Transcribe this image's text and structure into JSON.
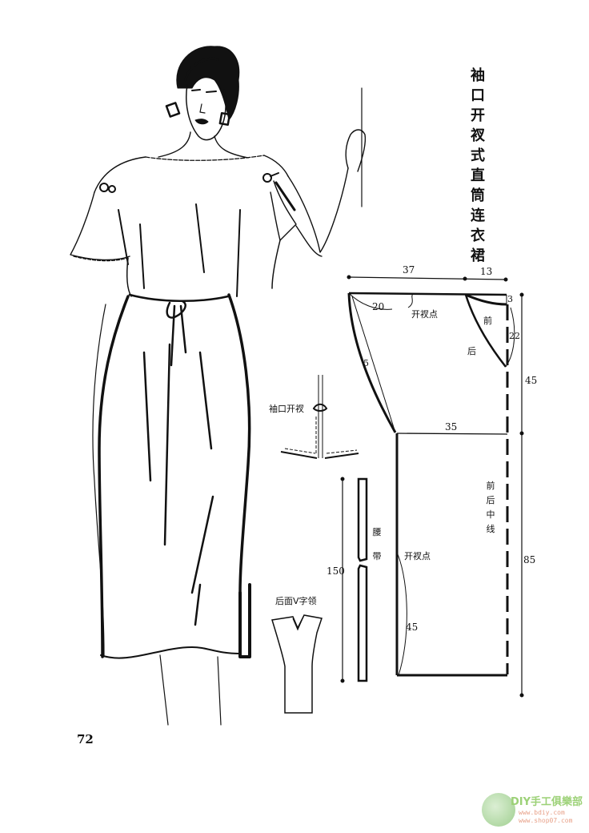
{
  "title": {
    "text": "袖口开衩式直筒连衣裙",
    "chars": [
      "袖",
      "口",
      "开",
      "衩",
      "式",
      "直",
      "筒",
      "连",
      "衣",
      "裙"
    ]
  },
  "pattern": {
    "dimensions": {
      "top_width_left": "37",
      "top_width_right": "13",
      "shoulder_drop": "3",
      "neckline_depth": "22",
      "armhole_curve": "20",
      "sleeve_side": "5",
      "bodice_length": "45",
      "hip_width": "35",
      "skirt_length": "85",
      "side_slit_curve": "45",
      "sash_length": "150"
    },
    "labels": {
      "slit_point_top": "开衩点",
      "slit_point_side": "开衩点",
      "front": "前",
      "back": "后",
      "center_line": [
        "前",
        "后",
        "中",
        "线"
      ],
      "sash": [
        "腰",
        "带"
      ],
      "cuff_slit": "袖口开衩",
      "back_v_neck": "后面V字领"
    }
  },
  "page_number": "72",
  "watermark": {
    "brand": "DIY手工俱樂部",
    "url1": "www.bdiy.com",
    "url2": "www.shop07.com",
    "accent_color": "#7cc24a"
  },
  "colors": {
    "ink": "#111111",
    "paper": "#ffffff"
  }
}
